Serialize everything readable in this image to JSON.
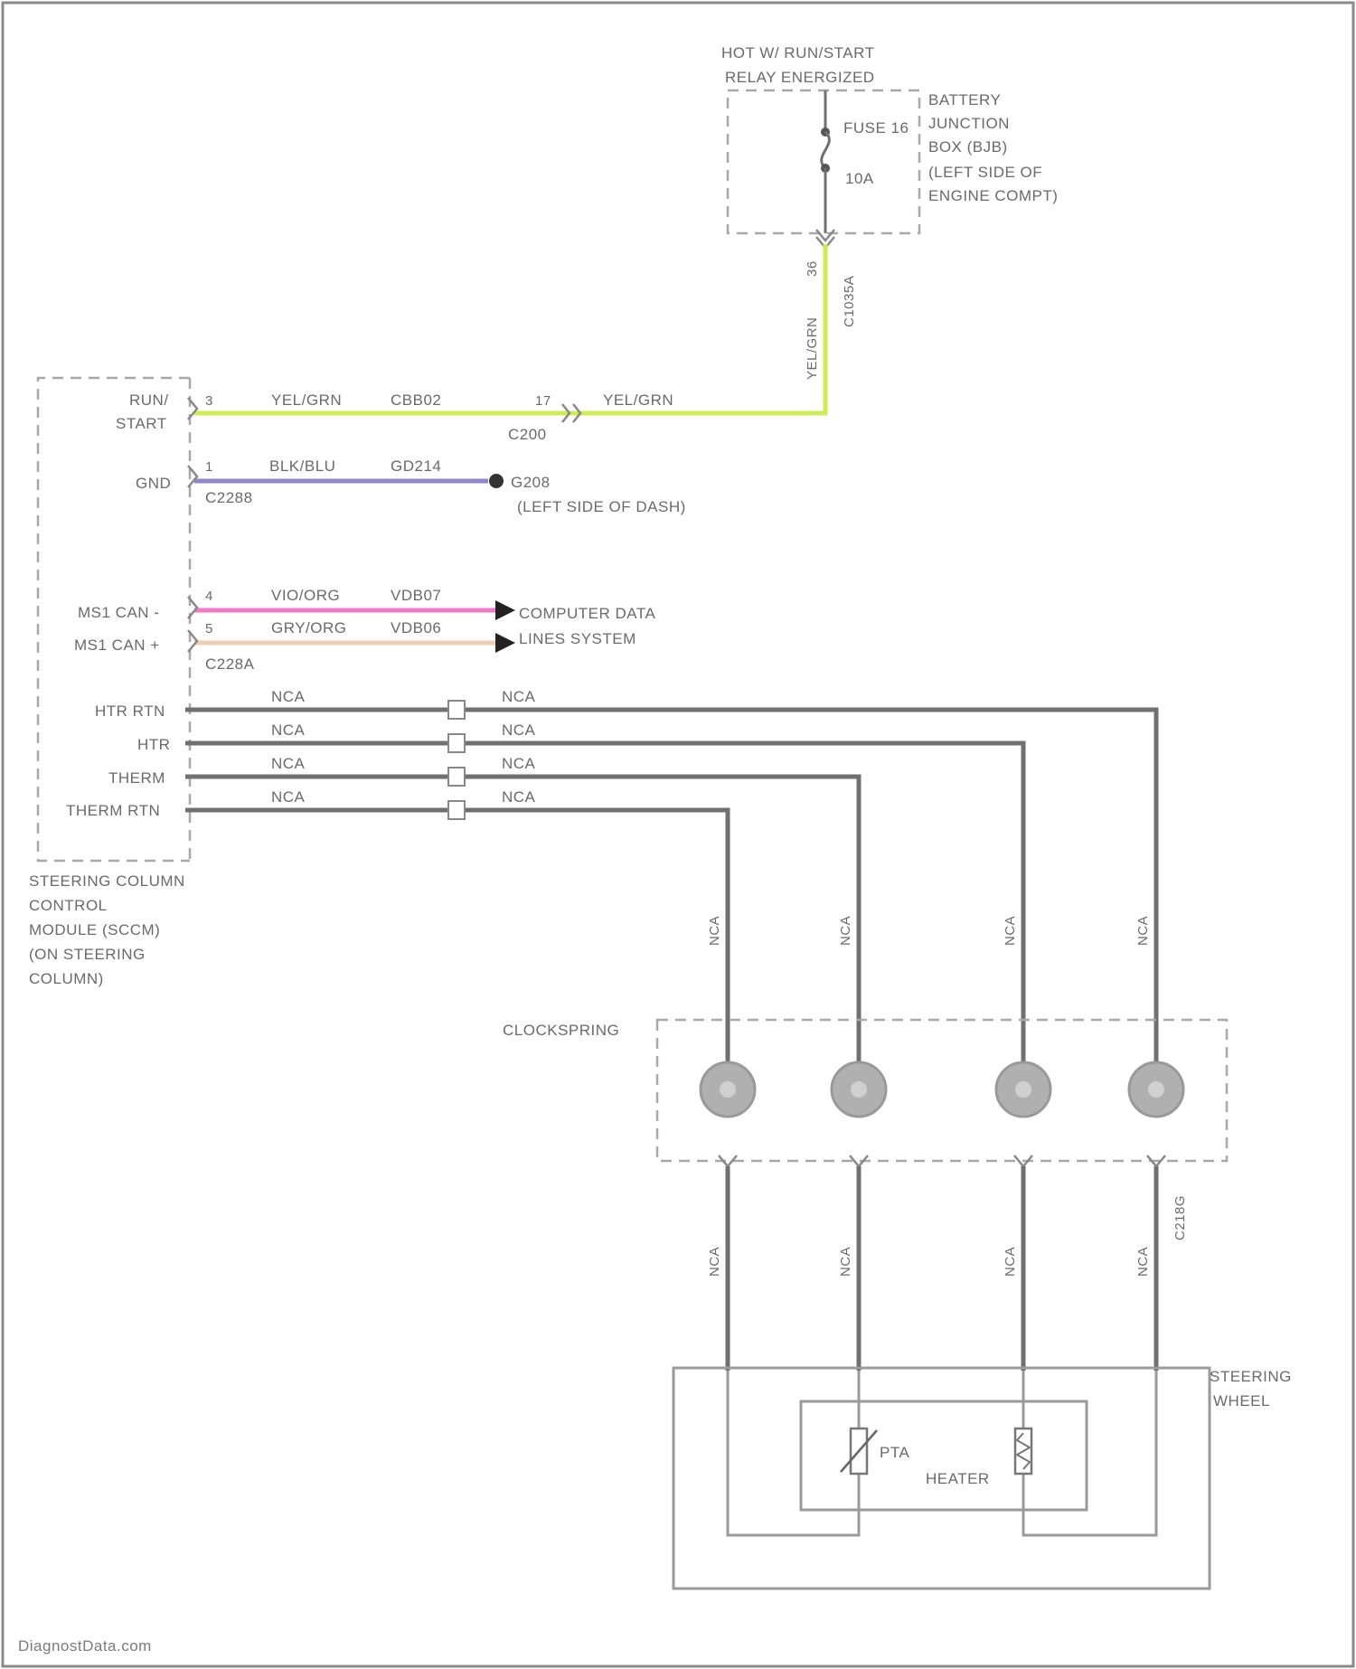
{
  "colors": {
    "run_start_wire": "#ccec54",
    "gnd_wire": "#8e86c8",
    "can_minus_wire": "#f07ac8",
    "can_plus_wire": "#f0ccb4",
    "heater_wire": "#707070",
    "border": "#8a8a8a"
  },
  "power": {
    "hot_label_1": "HOT W/ RUN/START",
    "hot_label_2": "RELAY ENERGIZED",
    "fuse_label": "FUSE 16",
    "fuse_rating": "10A",
    "bjb_1": "BATTERY",
    "bjb_2": "JUNCTION",
    "bjb_3": "BOX (BJB)",
    "bjb_4": "(LEFT SIDE OF",
    "bjb_5": "ENGINE COMPT)",
    "vert_wire_color": "YEL/GRN",
    "vert_pin": "36",
    "vert_connector": "C1035A"
  },
  "sccm": {
    "run_label": "RUN/",
    "start_label": "START",
    "run_pin": "3",
    "run_wire_color": "YEL/GRN",
    "run_circuit": "CBB02",
    "c200_pin": "17",
    "c200_label": "C200",
    "run_wire_color_2": "YEL/GRN",
    "gnd_label": "GND",
    "gnd_pin": "1",
    "gnd_wire_color": "BLK/BLU",
    "gnd_circuit": "GD214",
    "gnd_connector": "C2288",
    "ground_id": "G208",
    "ground_location": "(LEFT SIDE OF DASH)",
    "can_minus_label": "MS1 CAN -",
    "can_minus_pin": "4",
    "can_minus_color": "VIO/ORG",
    "can_minus_circuit": "VDB07",
    "can_plus_label": "MS1 CAN +",
    "can_plus_pin": "5",
    "can_plus_color": "GRY/ORG",
    "can_plus_circuit": "VDB06",
    "can_connector": "C228A",
    "data_label_1": "COMPUTER DATA",
    "data_label_2": "LINES SYSTEM",
    "htr_rtn_label": "HTR RTN",
    "htr_label": "HTR",
    "therm_label": "THERM",
    "therm_rtn_label": "THERM RTN",
    "nca": "NCA",
    "module_1": "STEERING COLUMN",
    "module_2": "CONTROL",
    "module_3": "MODULE (SCCM)",
    "module_4": "(ON STEERING",
    "module_5": "COLUMN)"
  },
  "clockspring": {
    "label": "CLOCKSPRING",
    "connector": "C218G",
    "nca": "NCA"
  },
  "wheel": {
    "label_1": "STEERING",
    "label_2": "WHEEL",
    "ptc_label": "PTA",
    "heater_label": "HEATER"
  },
  "footer": {
    "watermark": "DiagnostData.com"
  }
}
